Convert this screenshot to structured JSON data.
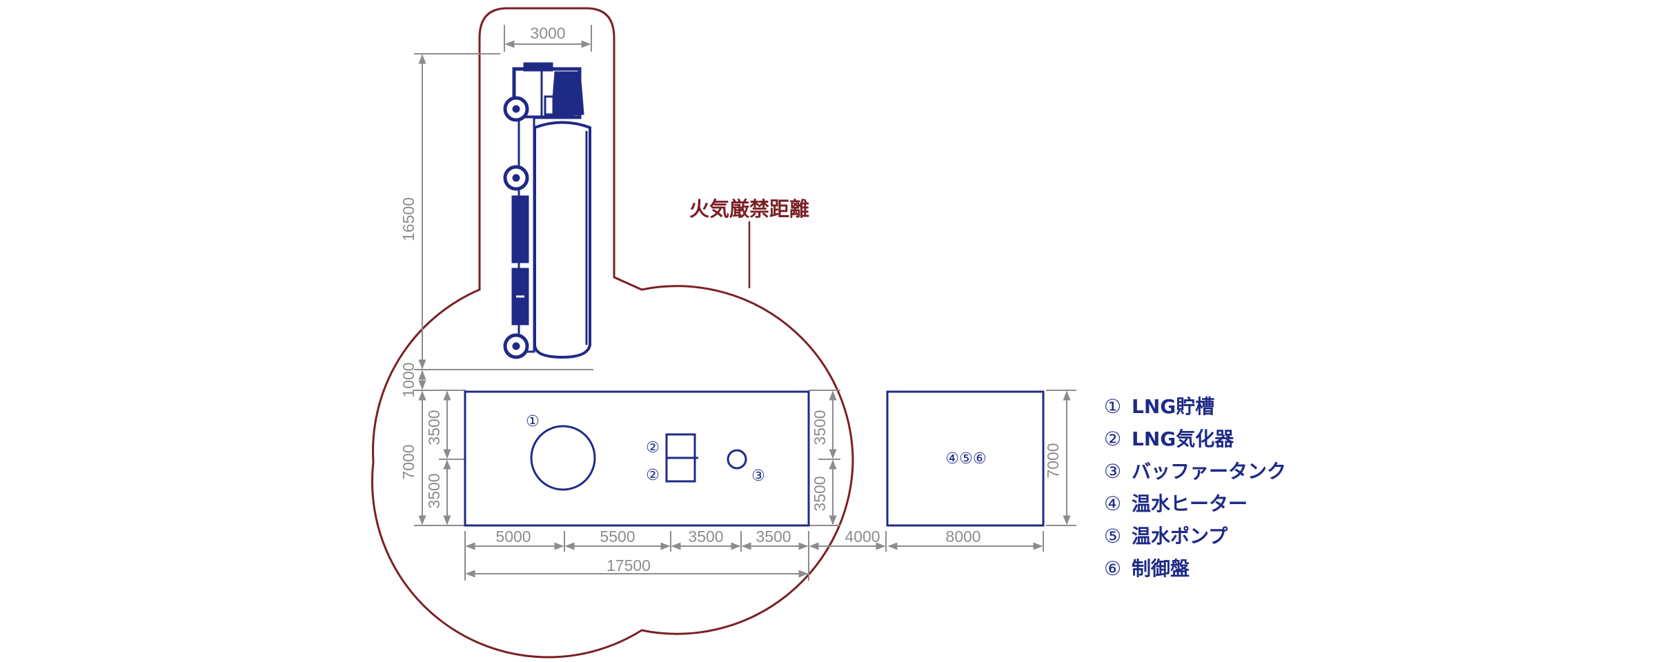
{
  "diagram": {
    "colors": {
      "equipment": "#1f2a86",
      "boundary": "#7a1f24",
      "dimension": "#8c8c8c"
    },
    "boundary_label": "火気厳禁距離",
    "truck_width": "3000",
    "truck_length": "16500",
    "gap_truck_to_base": "1000",
    "base_depth": "7000",
    "base_depth_half_top": "3500",
    "base_depth_half_bottom": "3500",
    "base_right_half_top": "3500",
    "base_right_half_bottom": "3500",
    "base_seg_1": "5000",
    "base_seg_2": "5500",
    "base_seg_3": "3500",
    "base_seg_4": "3500",
    "base_total": "17500",
    "gap_between_bases": "4000",
    "unit_width": "8000",
    "unit_depth": "7000",
    "markers": {
      "tank": "①",
      "vaporizer_top": "②",
      "vaporizer_bottom": "②",
      "buffer": "③",
      "unit": "④⑤⑥"
    },
    "legend": [
      {
        "marker": "①",
        "label": "LNG貯槽"
      },
      {
        "marker": "②",
        "label": "LNG気化器"
      },
      {
        "marker": "③",
        "label": "バッファータンク"
      },
      {
        "marker": "④",
        "label": "温水ヒーター"
      },
      {
        "marker": "⑤",
        "label": "温水ポンプ"
      },
      {
        "marker": "⑥",
        "label": "制御盤"
      }
    ]
  }
}
